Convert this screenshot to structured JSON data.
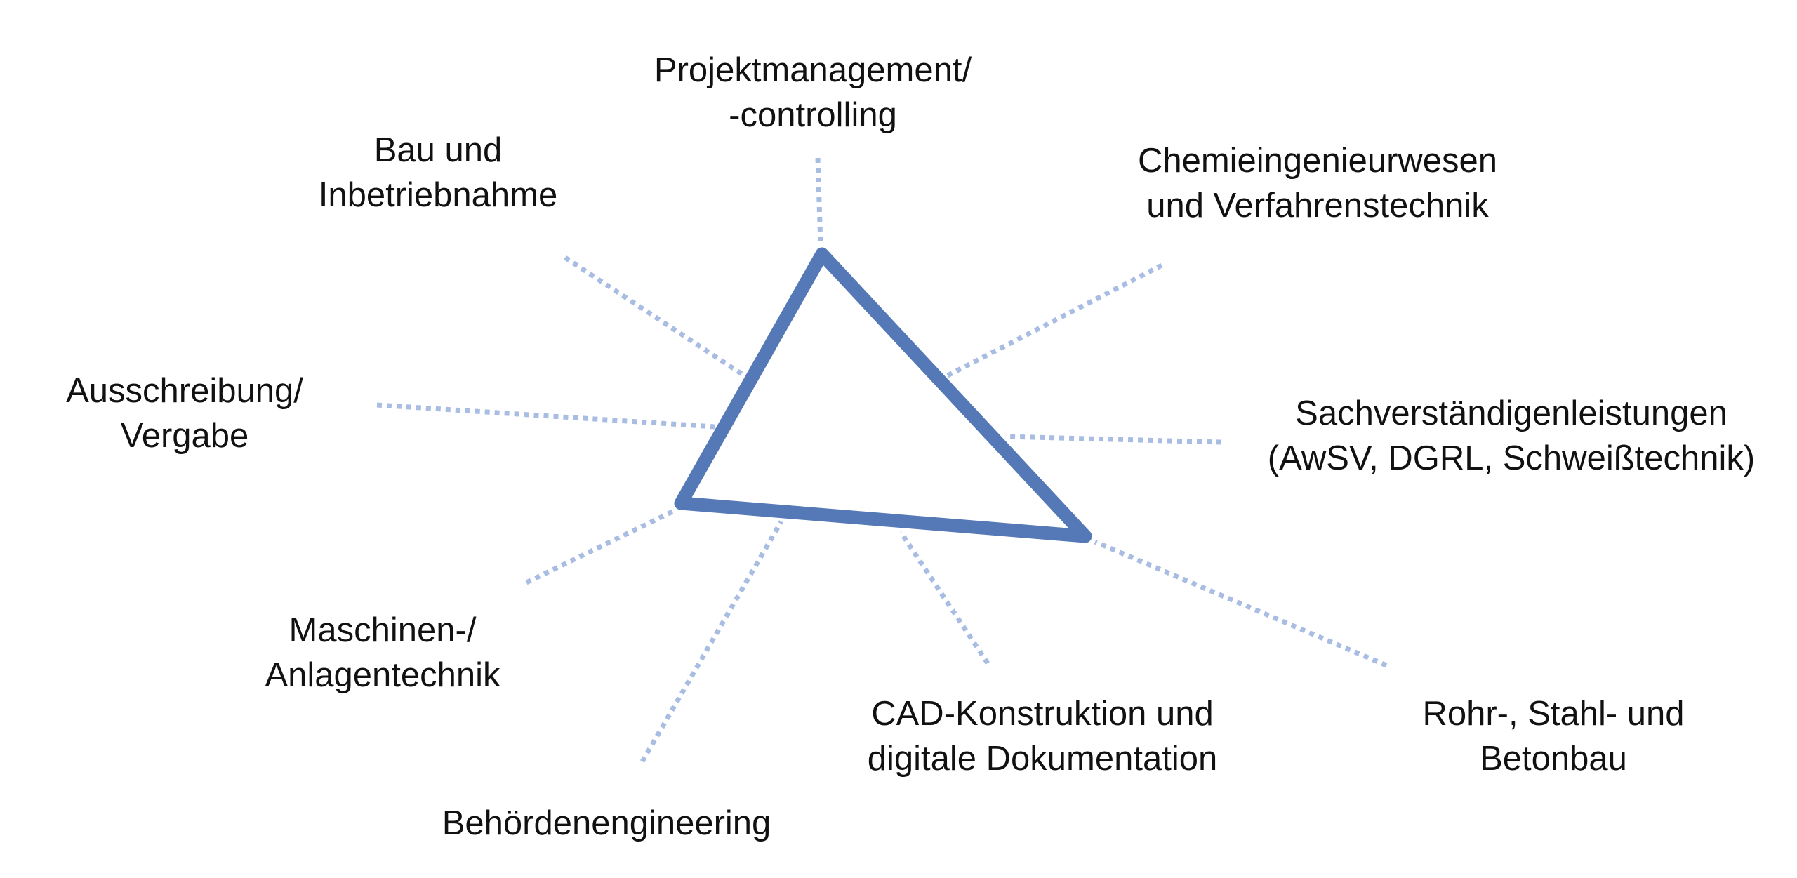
{
  "colors": {
    "triangle": "#5578b6",
    "spokes": "#a9bde3",
    "text": "#111111",
    "background": "#ffffff"
  },
  "labels": {
    "projektmanagement": [
      "Projektmanagement/",
      "-controlling"
    ],
    "chemie": [
      "Chemieingenieurwesen",
      "und Verfahrenstechnik"
    ],
    "sachverstaendige": [
      "Sachverständigenleistungen",
      "(AwSV, DGRL, Schweißtechnik)"
    ],
    "rohr": [
      "Rohr-, Stahl- und",
      "Betonbau"
    ],
    "cad": [
      "CAD-Konstruktion und",
      "digitale Dokumentation"
    ],
    "behoerden": [
      "Behördenengineering"
    ],
    "maschinen": [
      "Maschinen-/",
      "Anlagentechnik"
    ],
    "ausschreibung": [
      "Ausschreibung/",
      "Vergabe"
    ],
    "bau": [
      "Bau und",
      "Inbetriebnahme"
    ]
  }
}
